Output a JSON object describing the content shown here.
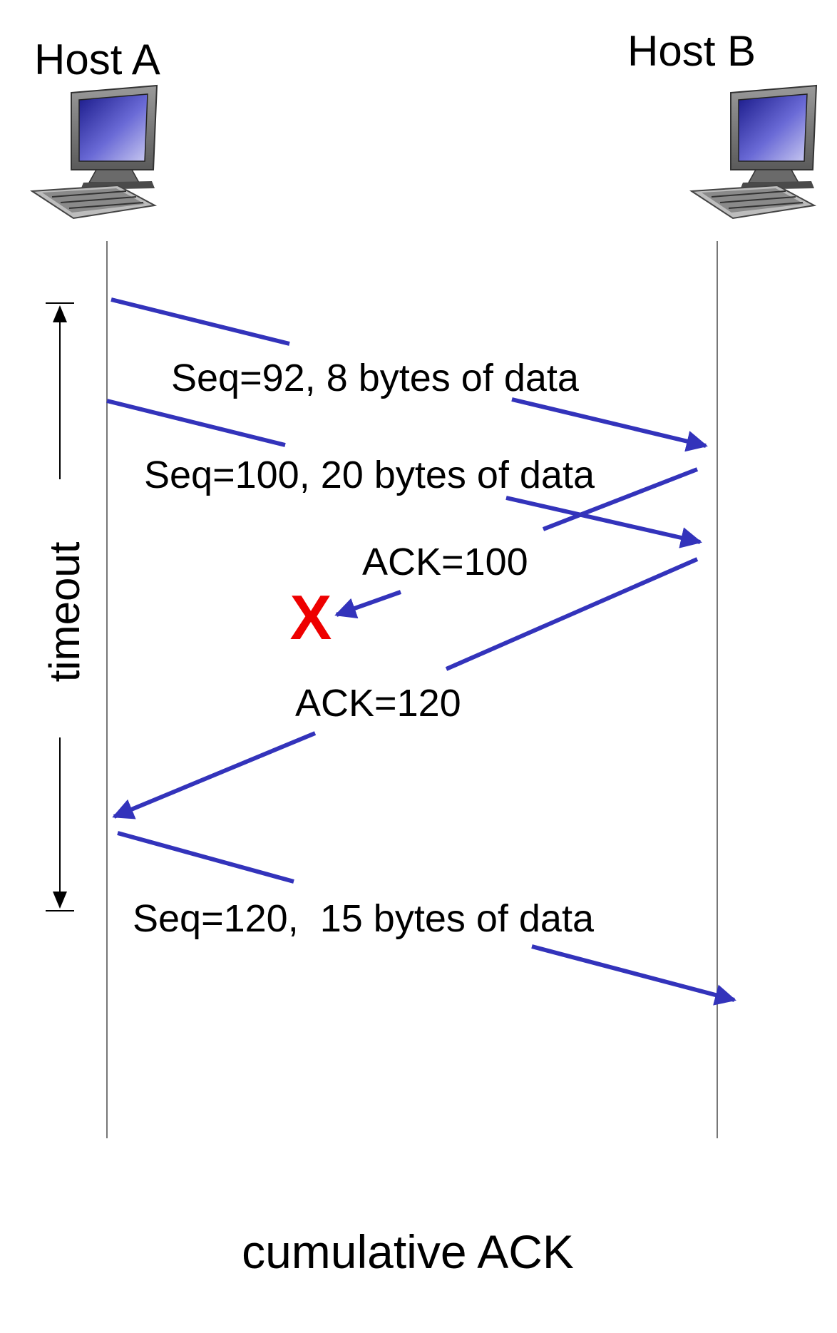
{
  "hosts": {
    "a": {
      "label": "Host A",
      "icon": "desktop-computer-icon"
    },
    "b": {
      "label": "Host B",
      "icon": "desktop-computer-icon"
    }
  },
  "timeout": {
    "label": "timeout"
  },
  "messages": [
    {
      "id": "seq92",
      "label": "Seq=92, 8 bytes of data",
      "direction": "A-to-B"
    },
    {
      "id": "seq100",
      "label": "Seq=100, 20 bytes of data",
      "direction": "A-to-B"
    },
    {
      "id": "ack100",
      "label": "ACK=100",
      "direction": "B-to-A",
      "lost": true
    },
    {
      "id": "ack120",
      "label": "ACK=120",
      "direction": "B-to-A"
    },
    {
      "id": "seq120",
      "label": "Seq=120,  15 bytes of data",
      "direction": "A-to-B"
    }
  ],
  "loss_marker": {
    "label": "X",
    "icon": "loss-x-icon"
  },
  "caption": "cumulative ACK",
  "colors": {
    "arrow": "#3333bb",
    "loss": "#ee0000",
    "timeline": "#777777",
    "text": "#000000"
  }
}
